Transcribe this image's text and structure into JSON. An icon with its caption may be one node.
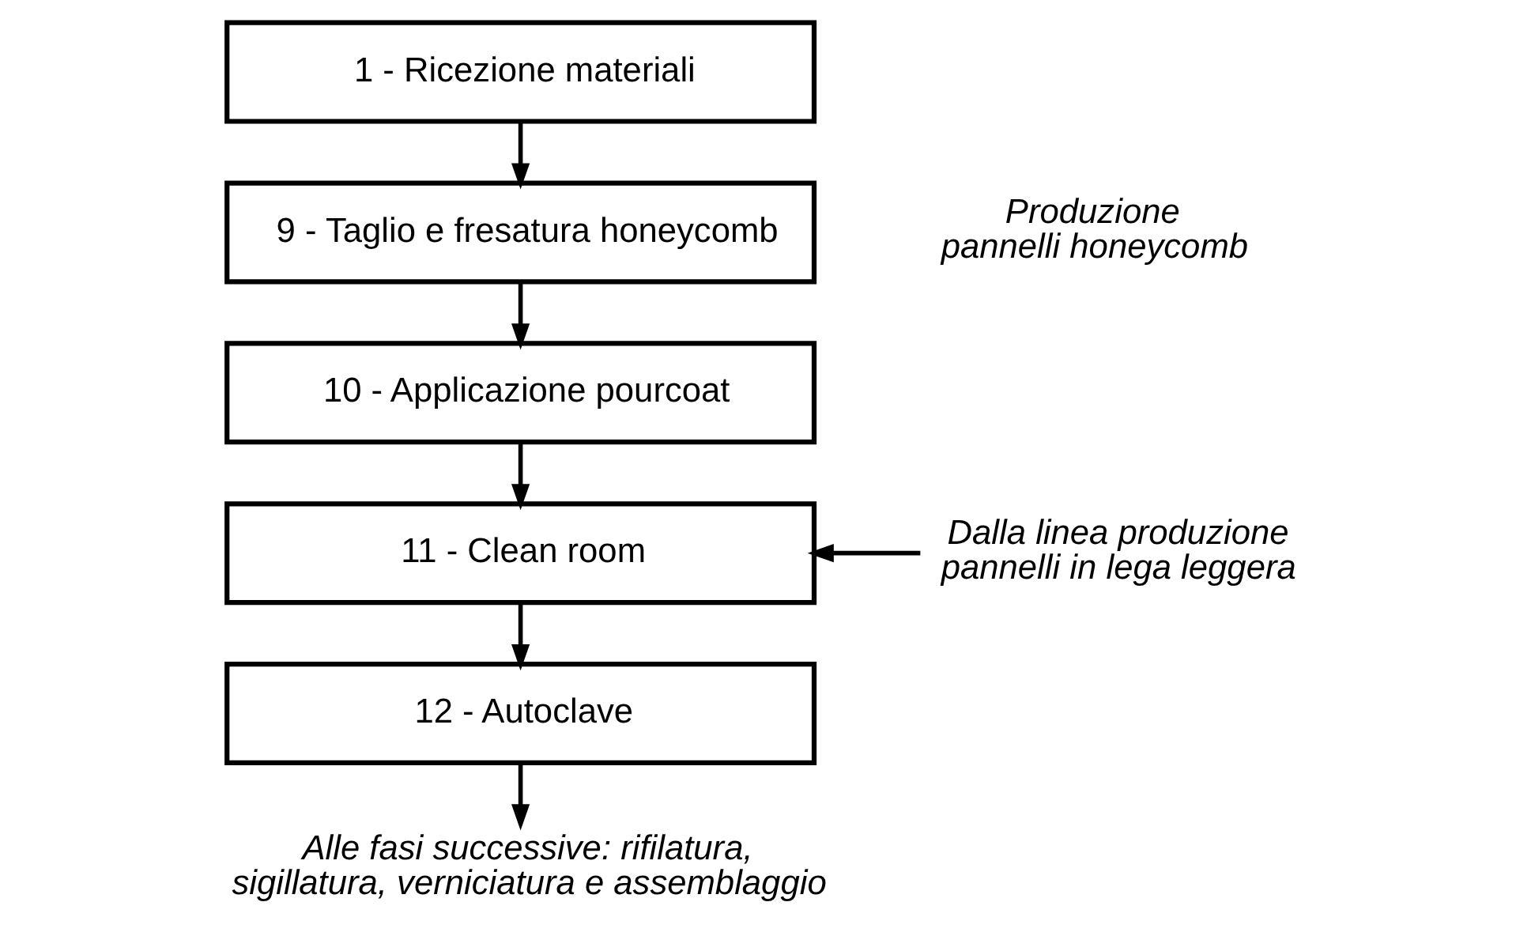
{
  "diagram": {
    "nodes": [
      {
        "text": [
          "1 - Ricezione materiali"
        ]
      },
      {
        "text": [
          "9 - Taglio e fresatura honeycomb"
        ]
      },
      {
        "text": [
          "10 - Applicazione pourcoat"
        ]
      },
      {
        "text": [
          "11 - Clean room"
        ]
      },
      {
        "text": [
          "12 - Autoclave"
        ]
      },
      {
        "text": [
          "Dalla linea produzione pannelli in lega leggera"
        ]
      },
      {
        "text": [
          "Alle fasi successive: rifilatura, sigillatura, verniciatura e assemblaggio"
        ]
      }
    ],
    "edges": [
      {
        "from": 0,
        "to": 1,
        "arrow": "to"
      },
      {
        "from": 1,
        "to": 2,
        "arrow": "to"
      },
      {
        "from": 2,
        "to": 3,
        "arrow": "to"
      },
      {
        "from": 5,
        "to": 3,
        "arrow": "to"
      },
      {
        "from": 3,
        "to": 4,
        "arrow": "to"
      },
      {
        "from": 4,
        "to": 6,
        "arrow": "to"
      }
    ],
    "labels": [
      "Produzione pannelli honeycomb"
    ]
  }
}
